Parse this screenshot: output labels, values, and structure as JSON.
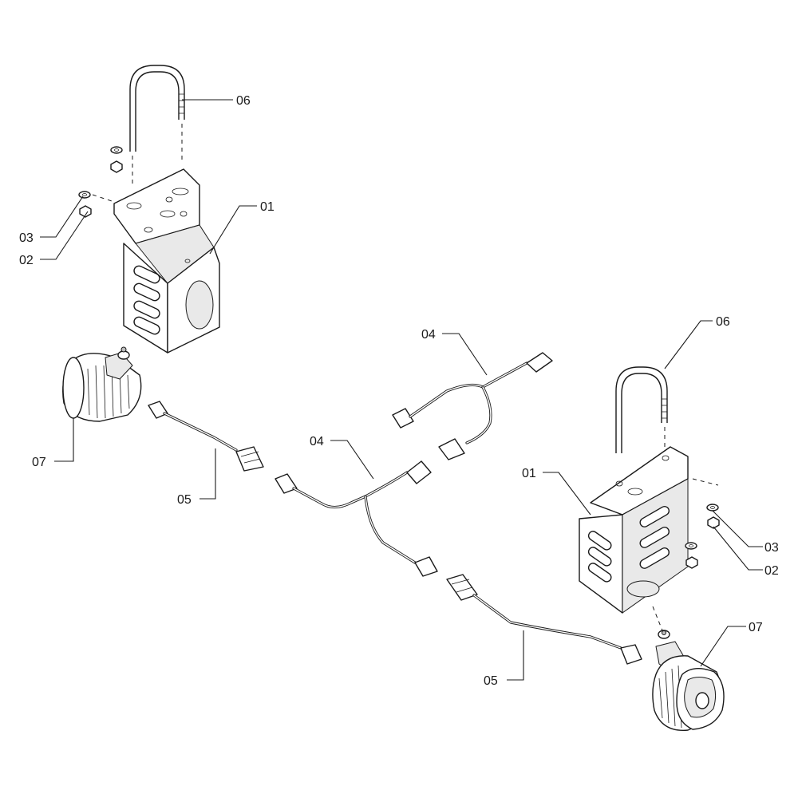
{
  "diagram": {
    "callouts": {
      "u_bolt_left": "06",
      "bracket_left": "01",
      "washer_left": "03",
      "nut_left": "02",
      "harness_top": "04",
      "u_bolt_right": "06",
      "harness_mid": "04",
      "lamp_left": "07",
      "cable_left": "05",
      "bracket_right": "01",
      "washer_right": "03",
      "nut_right": "02",
      "lamp_right": "07",
      "cable_right": "05"
    },
    "colors": {
      "line": "#1a1a1a",
      "background": "#ffffff",
      "shade": "#e9e9e9"
    }
  }
}
